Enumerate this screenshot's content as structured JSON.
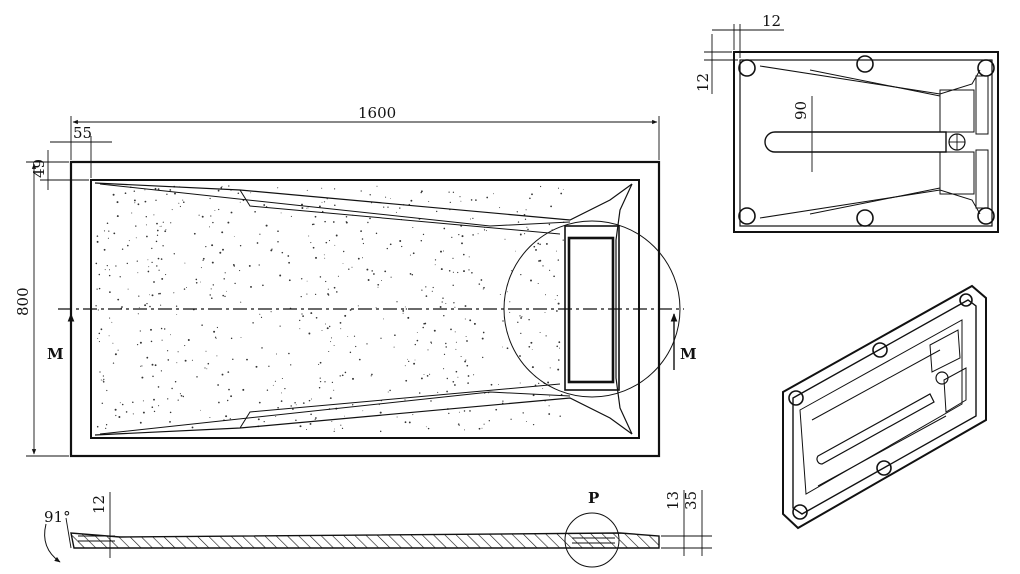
{
  "dimensions": {
    "length": "1600",
    "width": "800",
    "offset_side": "55",
    "offset_top": "49",
    "top_view_margin_h": "12",
    "top_view_margin_v": "12",
    "top_view_slot": "90",
    "section_thickness": "12",
    "section_h1": "13",
    "section_h2": "35",
    "section_angle": "91°"
  },
  "labels": {
    "section_left": "M",
    "section_right": "M",
    "detail": "P"
  },
  "colors": {
    "line": "#111111",
    "background": "#ffffff"
  }
}
